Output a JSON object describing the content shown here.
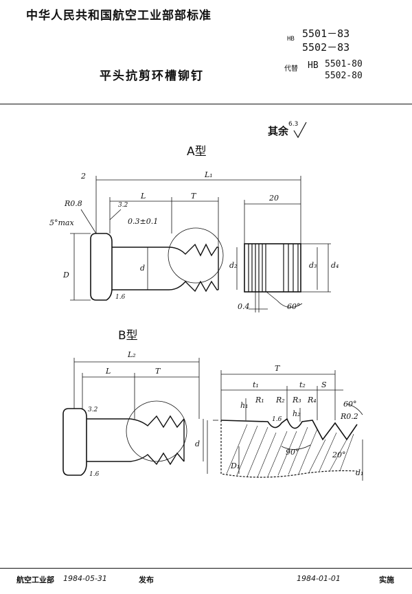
{
  "header": {
    "organization": "中华人民共和国航空工业部部标准",
    "hb_label": "HB",
    "hb_numbers": [
      "5501－83",
      "5502－83"
    ],
    "title": "平头抗剪环槽铆钉",
    "replaces_label": "代替",
    "replaces_hb": "HB",
    "replaces_numbers": [
      "5501-80",
      "5502-80"
    ]
  },
  "drawing": {
    "surface_rest_label": "其余",
    "surface_rest_value": "6.3",
    "type_a_label": "A型",
    "type_b_label": "B型",
    "a_dims": {
      "head_offset": "2",
      "L1": "L₁",
      "L": "L",
      "T": "T",
      "len20": "20",
      "R08": "R0.8",
      "angle5": "5°max",
      "rough32": "3.2",
      "fillet": "0.3±0.1",
      "D": "D",
      "d": "d",
      "d2": "d₂",
      "d3": "d₃",
      "d4": "d₄",
      "rough16": "1.6",
      "gap04": "0.4",
      "ang60": "60°"
    },
    "b_dims": {
      "L2": "L₂",
      "L": "L",
      "T": "T",
      "rough32": "3.2",
      "d": "d",
      "rough16": "1.6"
    },
    "detail_dims": {
      "T": "T",
      "t1": "t₁",
      "t2": "t₂",
      "S": "S",
      "h1": "h₁",
      "h2": "h₂",
      "R1": "R₁",
      "R2": "R₂",
      "R3": "R₃",
      "R4": "R₄",
      "ang60": "60°",
      "R02": "R0.2",
      "rough16": "1.6",
      "ang90": "90°",
      "ang20": "20°",
      "D1": "D₁",
      "d1": "d₁"
    }
  },
  "footer": {
    "issuer": "航空工业部",
    "issue_date": "1984-05-31",
    "issue_label": "发布",
    "impl_date": "1984-01-01",
    "impl_label": "实施"
  }
}
